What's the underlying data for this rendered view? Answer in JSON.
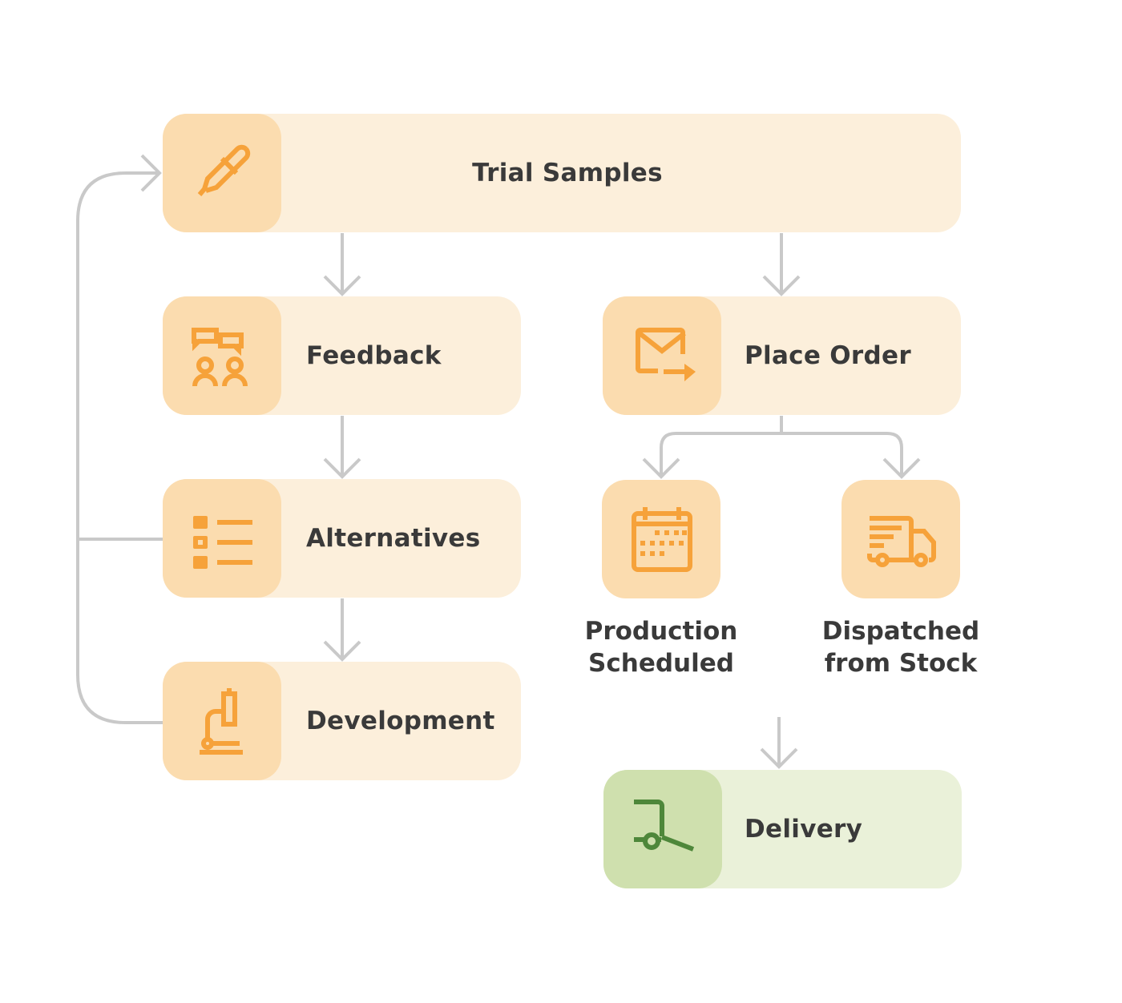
{
  "colors": {
    "node_bg": "#fcefdb",
    "icon_bg": "#fbdcaf",
    "icon_stroke": "#f6a23a",
    "delivery_bg": "#eaf1d9",
    "delivery_icon_bg": "#cfe0ae",
    "delivery_icon_stroke": "#4e873a",
    "connector": "#c9c9c9",
    "text": "#3a3a3a"
  },
  "nodes": {
    "trial_samples": {
      "label": "Trial Samples",
      "icon": "dropper-icon"
    },
    "feedback": {
      "label": "Feedback",
      "icon": "discussion-people-icon"
    },
    "alternatives": {
      "label": "Alternatives",
      "icon": "checklist-icon"
    },
    "development": {
      "label": "Development",
      "icon": "microscope-icon"
    },
    "place_order": {
      "label": "Place Order",
      "icon": "send-mail-icon"
    },
    "production_scheduled": {
      "label_line1": "Production",
      "label_line2": "Scheduled",
      "icon": "calendar-icon"
    },
    "dispatched_from_stock": {
      "label_line1": "Dispatched",
      "label_line2": "from Stock",
      "icon": "delivery-truck-icon"
    },
    "delivery": {
      "label": "Delivery",
      "icon": "hand-truck-icon"
    }
  },
  "edges": [
    {
      "from": "Trial Samples",
      "to": "Feedback"
    },
    {
      "from": "Trial Samples",
      "to": "Place Order"
    },
    {
      "from": "Feedback",
      "to": "Alternatives"
    },
    {
      "from": "Alternatives",
      "to": "Development"
    },
    {
      "from": "Alternatives",
      "to": "Trial Samples"
    },
    {
      "from": "Development",
      "to": "Trial Samples"
    },
    {
      "from": "Place Order",
      "to": "Production Scheduled"
    },
    {
      "from": "Place Order",
      "to": "Dispatched from Stock"
    },
    {
      "from": "Production Scheduled",
      "to": "Delivery"
    },
    {
      "from": "Dispatched from Stock",
      "to": "Delivery"
    }
  ]
}
